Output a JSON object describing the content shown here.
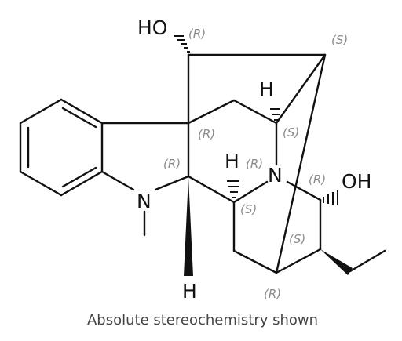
{
  "atom_labels": {
    "top_oh": "HO",
    "ring_h": "H",
    "mid_h": "H",
    "bottom_h": "H",
    "n_indole": "N",
    "n_bridge": "N",
    "right_oh": "OH"
  },
  "stereo_labels": {
    "c_top_oh": "(R)",
    "c_top_right": "(S)",
    "c_ring_h": "(S)",
    "c_quaternary": "(R)",
    "c_indoline": "(R)",
    "n_bridge": "(R)",
    "c_oh_right": "(R)",
    "c_lower": "(S)",
    "c_ethyl": "(S)",
    "c_bottom": "(R)"
  },
  "caption": "Absolute stereochemistry shown",
  "colors": {
    "bond": "#111111",
    "stereo_label": "#8a8a8a",
    "caption": "#444444"
  }
}
